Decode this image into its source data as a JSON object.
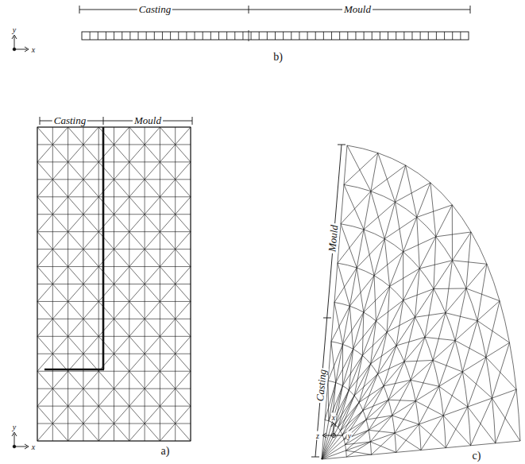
{
  "diagram": {
    "labels": [
      "Casting",
      "Mould",
      "y",
      "x",
      "b)",
      "Casting",
      "Mould",
      "y",
      "x",
      "a)",
      "Mould",
      "Casting",
      "x",
      "z",
      "y",
      "c)"
    ]
  }
}
